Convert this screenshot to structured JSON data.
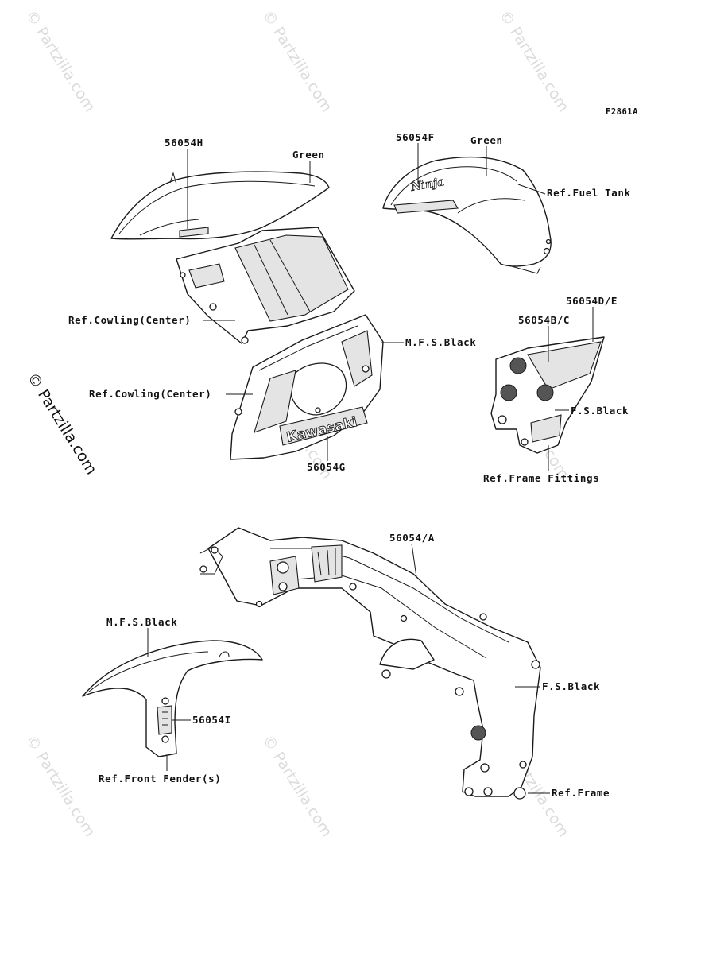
{
  "figure_id": "F2861A",
  "watermark": "© Partzilla.com",
  "labels": {
    "l56054H": "56054H",
    "green1": "Green",
    "l56054F": "56054F",
    "green2": "Green",
    "ref_fuel_tank": "Ref.Fuel Tank",
    "ref_cowling_center_1": "Ref.Cowling(Center)",
    "mfs_black_1": "M.F.S.Black",
    "l56054D_E": "56054D/E",
    "l56054B_C": "56054B/C",
    "ref_cowling_center_2": "Ref.Cowling(Center)",
    "fs_black_1": "F.S.Black",
    "l56054G": "56054G",
    "ref_frame_fittings": "Ref.Frame Fittings",
    "l56054_A": "56054/A",
    "mfs_black_2": "M.F.S.Black",
    "fs_black_2": "F.S.Black",
    "l56054I": "56054I",
    "ref_front_fenders": "Ref.Front Fender(s)",
    "ref_frame": "Ref.Frame"
  },
  "decal_text": {
    "kawasaki": "Kawasaki",
    "ninja": "Ninja"
  },
  "colors": {
    "line": "#1a1a1a",
    "shade": "#e4e4e4",
    "watermark": "#dcdcdc"
  }
}
